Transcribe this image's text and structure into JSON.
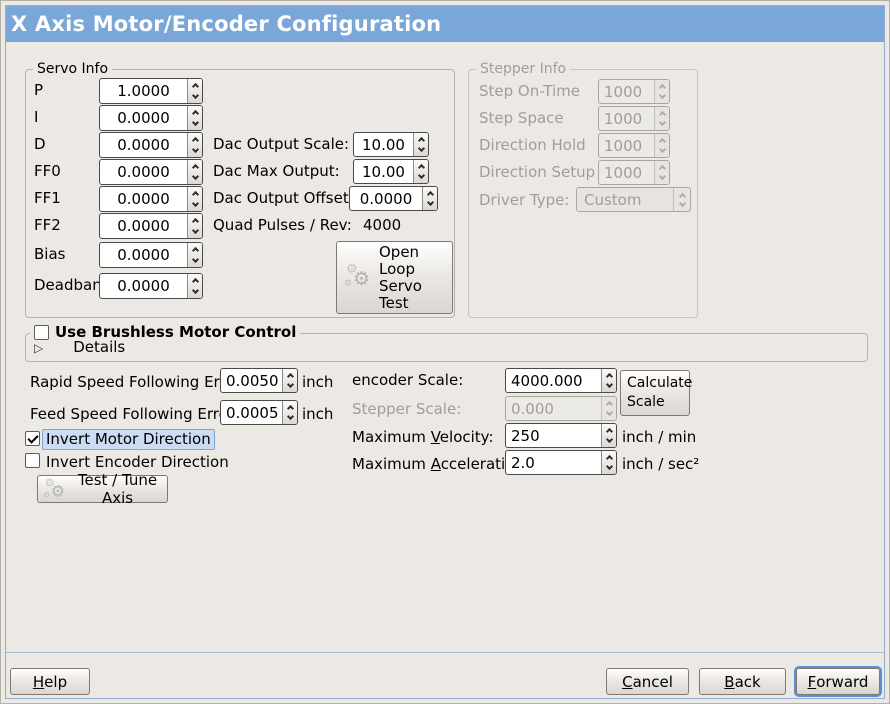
{
  "window": {
    "title": "X Axis Motor/Encoder Configuration"
  },
  "icons": {
    "expander": "▷",
    "gear": "⚙"
  },
  "servo": {
    "legend": "Servo Info",
    "rows": [
      {
        "label": "P",
        "value": "1.0000"
      },
      {
        "label": "I",
        "value": "0.0000"
      },
      {
        "label": "D",
        "value": "0.0000"
      },
      {
        "label": "FF0",
        "value": "0.0000"
      },
      {
        "label": "FF1",
        "value": "0.0000"
      },
      {
        "label": "FF2",
        "value": "0.0000"
      },
      {
        "label": "Bias",
        "value": "0.0000"
      },
      {
        "label": "Deadband",
        "value": "0.0000"
      }
    ],
    "dac_rows": [
      {
        "label": "Dac Output Scale:",
        "value": "10.00"
      },
      {
        "label": "Dac Max Output:",
        "value": "10.00"
      },
      {
        "label": "Dac Output Offset:",
        "value": "0.0000"
      }
    ],
    "quad": {
      "label": "Quad Pulses / Rev:",
      "value": "4000"
    },
    "open_loop_button": "Open Loop Servo Test"
  },
  "stepper": {
    "legend": "Stepper Info",
    "rows": [
      {
        "label": "Step On-Time",
        "value": "1000"
      },
      {
        "label": "Step Space",
        "value": "1000"
      },
      {
        "label": "Direction Hold",
        "value": "1000"
      },
      {
        "label": "Direction Setup",
        "value": "1000"
      }
    ],
    "driver": {
      "label": "Driver Type:",
      "value": "Custom"
    }
  },
  "brushless": {
    "label": "Use Brushless Motor Control",
    "checked": false,
    "details": "Details"
  },
  "ferror": {
    "rapid": {
      "label": "Rapid Speed Following Error:",
      "value": "0.0050",
      "unit": "inch"
    },
    "feed": {
      "label": "Feed Speed Following Error:",
      "value": "0.0005",
      "unit": "inch"
    }
  },
  "scaling": {
    "encoder": {
      "label": "encoder Scale:",
      "value": "4000.000"
    },
    "calculate_button": "Calculate Scale",
    "stepper_scale": {
      "label": "Stepper Scale:",
      "value": "0.000"
    },
    "max_velocity": {
      "label": "Maximum Velocity:",
      "mnemonic": "V",
      "value": "250",
      "unit": "inch / min"
    },
    "max_accel": {
      "label": "Maximum Acceleration:",
      "mnemonic": "A",
      "value": "2.0",
      "unit": "inch / sec²"
    }
  },
  "direction": {
    "invert_motor": {
      "label": "Invert Motor Direction",
      "checked": true
    },
    "invert_encoder": {
      "label": "Invert Encoder Direction",
      "checked": false
    }
  },
  "test_tune_button": "Test / Tune Axis",
  "actions": {
    "help": {
      "label": "Help",
      "mnemonic": "H"
    },
    "cancel": {
      "label": "Cancel",
      "mnemonic": "C"
    },
    "back": {
      "label": "Back",
      "mnemonic": "B"
    },
    "forward": {
      "label": "Forward",
      "mnemonic": "F"
    }
  }
}
